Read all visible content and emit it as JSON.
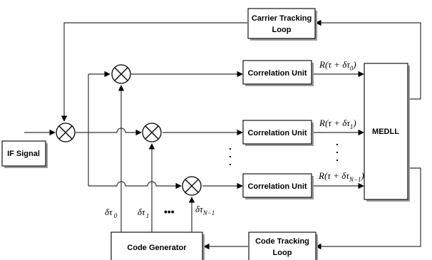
{
  "blocks": {
    "carrier_tracking": [
      "Carrier Tracking",
      "Loop"
    ],
    "correlation_unit": "Correlation Unit",
    "medll": "MEDLL",
    "if_signal": "IF Signal",
    "code_generator": "Code Generator",
    "code_tracking": [
      "Code Tracking",
      "Loop"
    ]
  },
  "outputs": [
    {
      "main": "R(τ + δτ",
      "sub": "0",
      "close": ")"
    },
    {
      "main": "R(τ + δτ",
      "sub": "1",
      "close": ")"
    },
    {
      "main": "R(τ + δτ",
      "sub": "N−1",
      "close": ")"
    }
  ],
  "delays": [
    {
      "main": "δτ",
      "sub": "0"
    },
    {
      "main": "δτ",
      "sub": "1"
    },
    {
      "main": "δτ",
      "sub": "N−1"
    }
  ],
  "ellipsis": {
    "horizontal": "•••",
    "vertical_dot": "."
  }
}
